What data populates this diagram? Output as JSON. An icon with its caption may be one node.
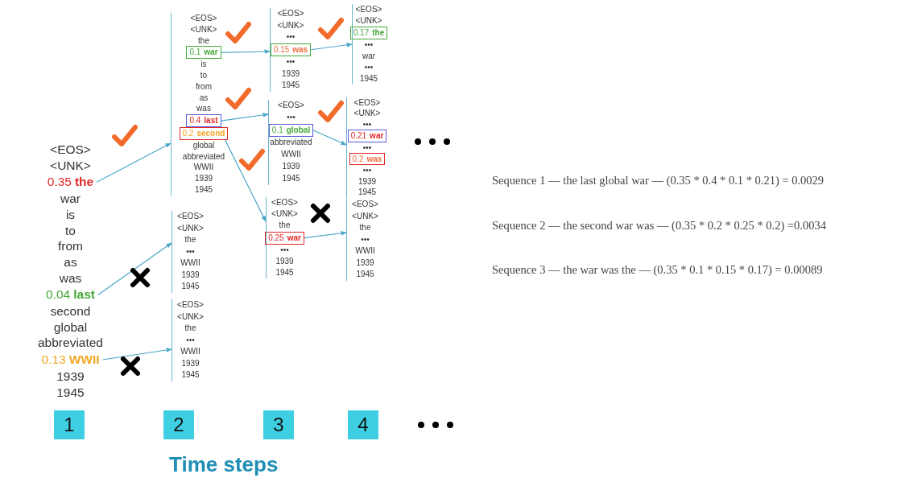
{
  "diagram": {
    "nodes": [
      {
        "text": [
          "<EOS>",
          "<UNK>",
          "war",
          "is",
          "to",
          "from",
          "as",
          "was",
          "second",
          "global",
          "abbreviated",
          "1939",
          "1945"
        ]
      },
      {
        "text": [
          "0.35",
          "the"
        ],
        "in": 0
      },
      {
        "text": [
          "0.04",
          "last"
        ],
        "in": 0
      },
      {
        "text": [
          "0.13",
          "WWII"
        ],
        "in": 0
      },
      {
        "text": [
          "<EOS>",
          "<UNK>",
          "the",
          "is",
          "to",
          "from",
          "as",
          "was",
          "global",
          "abbreviated",
          "WWII",
          "1939",
          "1945"
        ]
      },
      {
        "text": [
          "0.1",
          "war"
        ],
        "in": 4
      },
      {
        "text": [
          "0.4",
          "last"
        ],
        "in": 4
      },
      {
        "text": [
          "0.2",
          "second"
        ],
        "in": 4
      },
      {
        "text": [
          "<EOS>",
          "<UNK>",
          "the",
          "•••",
          "WWII",
          "1939",
          "1945"
        ]
      },
      {
        "text": [
          "<EOS>",
          "<UNK>",
          "the",
          "•••",
          "WWII",
          "1939",
          "1945"
        ]
      },
      {
        "text": [
          "<EOS>",
          "<UNK>",
          "•••",
          "•••",
          "1939",
          "1945"
        ]
      },
      {
        "text": [
          "0.15",
          "was"
        ],
        "in": 10
      },
      {
        "text": [
          "<EOS>",
          "•••",
          "abbreviated",
          "WWII",
          "1939",
          "1945"
        ]
      },
      {
        "text": [
          "0.1",
          "global"
        ],
        "in": 12
      },
      {
        "text": [
          "<EOS>",
          "<UNK>",
          "the",
          "•••",
          "1939",
          "1945"
        ]
      },
      {
        "text": [
          "0.25",
          "war"
        ],
        "in": 14
      },
      {
        "text": [
          "<EOS>",
          "<UNK>",
          "•••",
          "war",
          "•••",
          "1945"
        ]
      },
      {
        "text": [
          "0.17",
          "the"
        ],
        "in": 16
      },
      {
        "text": [
          "<EOS>",
          "<UNK>",
          "•••",
          "•••",
          "•••",
          "1939",
          "1945"
        ]
      },
      {
        "text": [
          "0.21",
          "war"
        ],
        "in": 18
      },
      {
        "text": [
          "0.2",
          "was"
        ],
        "in": 18
      },
      {
        "text": [
          "<EOS>",
          "<UNK>",
          "the",
          "•••",
          "WWII",
          "1939",
          "1945"
        ]
      },
      {
        "text": [
          "1"
        ]
      },
      {
        "text": [
          "2"
        ]
      },
      {
        "text": [
          "3"
        ]
      },
      {
        "text": [
          "4"
        ]
      }
    ],
    "edges": [
      {
        "from": 1,
        "to": 4,
        "arrow": "to"
      },
      {
        "from": 2,
        "to": 8,
        "arrow": "to"
      },
      {
        "from": 3,
        "to": 9,
        "arrow": "to"
      },
      {
        "from": 5,
        "to": 10,
        "arrow": "to"
      },
      {
        "from": 6,
        "to": 12,
        "arrow": "to"
      },
      {
        "from": 7,
        "to": 14,
        "arrow": "to"
      },
      {
        "from": 11,
        "to": 16,
        "arrow": "to"
      },
      {
        "from": 13,
        "to": 18,
        "arrow": "to"
      },
      {
        "from": 15,
        "to": 21,
        "arrow": "to"
      }
    ],
    "labels": [
      "Sequence 1 — the last global war — (0.35 * 0.4 * 0.1 * 0.21) = 0.0029",
      "Sequence 2 — the second war was — (0.35 * 0.2 * 0.25 * 0.2) =0.0034",
      "Sequence 3 — the war was the — (0.35 * 0.1 * 0.15 * 0.17) = 0.00089",
      "Time steps"
    ]
  }
}
